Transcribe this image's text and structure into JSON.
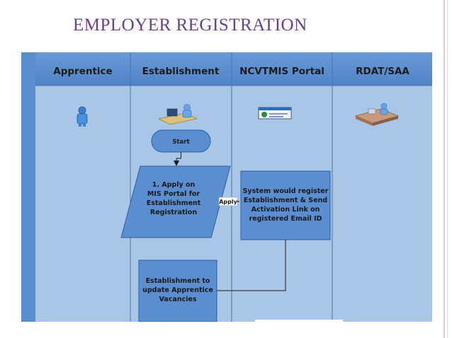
{
  "title": "EMPLOYER REGISTRATION",
  "lanes": [
    {
      "label": "Apprentice",
      "icon": "person-icon"
    },
    {
      "label": "Establishment",
      "icon": "person-at-desk-icon"
    },
    {
      "label": "NCVTMIS Portal",
      "icon": "web-portal-icon"
    },
    {
      "label": "RDAT/SAA",
      "icon": "office-desk-icon"
    }
  ],
  "nodes": {
    "start": "Start",
    "apply_on_portal": [
      "1. Apply on",
      "MIS Portal for",
      "Establishment",
      "Registration"
    ],
    "system_register": [
      "System would register",
      "Establishment & Send",
      "Activation Link on",
      "registered Email ID"
    ],
    "update_vacancies": [
      "Establishment to",
      "update Apprentice",
      "Vacancies"
    ]
  },
  "connectors": {
    "apply_label": "Apply"
  },
  "colors": {
    "title": "#6a3e93",
    "lane_body": "#a9c6e6",
    "lane_header": "#5b8ed0",
    "process_fill": "#5b8ed0",
    "process_stroke": "#2e5e9e"
  }
}
